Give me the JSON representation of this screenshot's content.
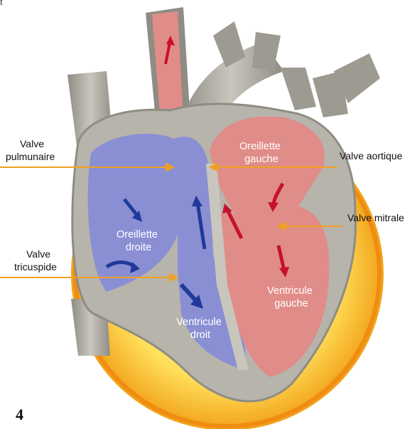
{
  "diagram": {
    "corner_mark": "t",
    "page_number": "4",
    "chambers": {
      "oreillette_gauche": [
        "Oreillette",
        "gauche"
      ],
      "oreillette_droite": [
        "Oreillette",
        "droite"
      ],
      "ventricule_droit": [
        "Ventricule",
        "droit"
      ],
      "ventricule_gauche": [
        "Ventricule",
        "gauche"
      ]
    },
    "valves": {
      "pulmunaire": [
        "Valve",
        "pulmunaire"
      ],
      "aortique": "Valve aortique",
      "mitrale": "Valve mitrale",
      "tricuspide": [
        "Valve",
        "tricuspide"
      ]
    },
    "colors": {
      "sun_outer": "#f5a81c",
      "sun_inner": "#ffe98a",
      "wall": "#b3b0a8",
      "wall_light": "#d9d7d0",
      "vessel": "#a9a69e",
      "deoxygenated": "#8a8fd4",
      "oxygenated": "#e08c88",
      "arrow_blue": "#1f3a9a",
      "arrow_red": "#c8102e",
      "pointer": "#f0a020"
    }
  }
}
